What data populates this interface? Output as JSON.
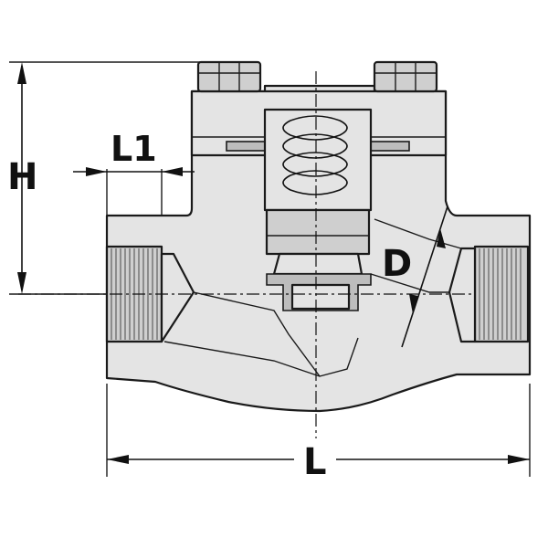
{
  "drawing": {
    "labels": {
      "height": "H",
      "thread_length": "L1",
      "bore": "D",
      "length": "L"
    },
    "colors": {
      "line": "#1a1a1a",
      "fill": "#e4e4e4",
      "background": "#ffffff"
    }
  }
}
